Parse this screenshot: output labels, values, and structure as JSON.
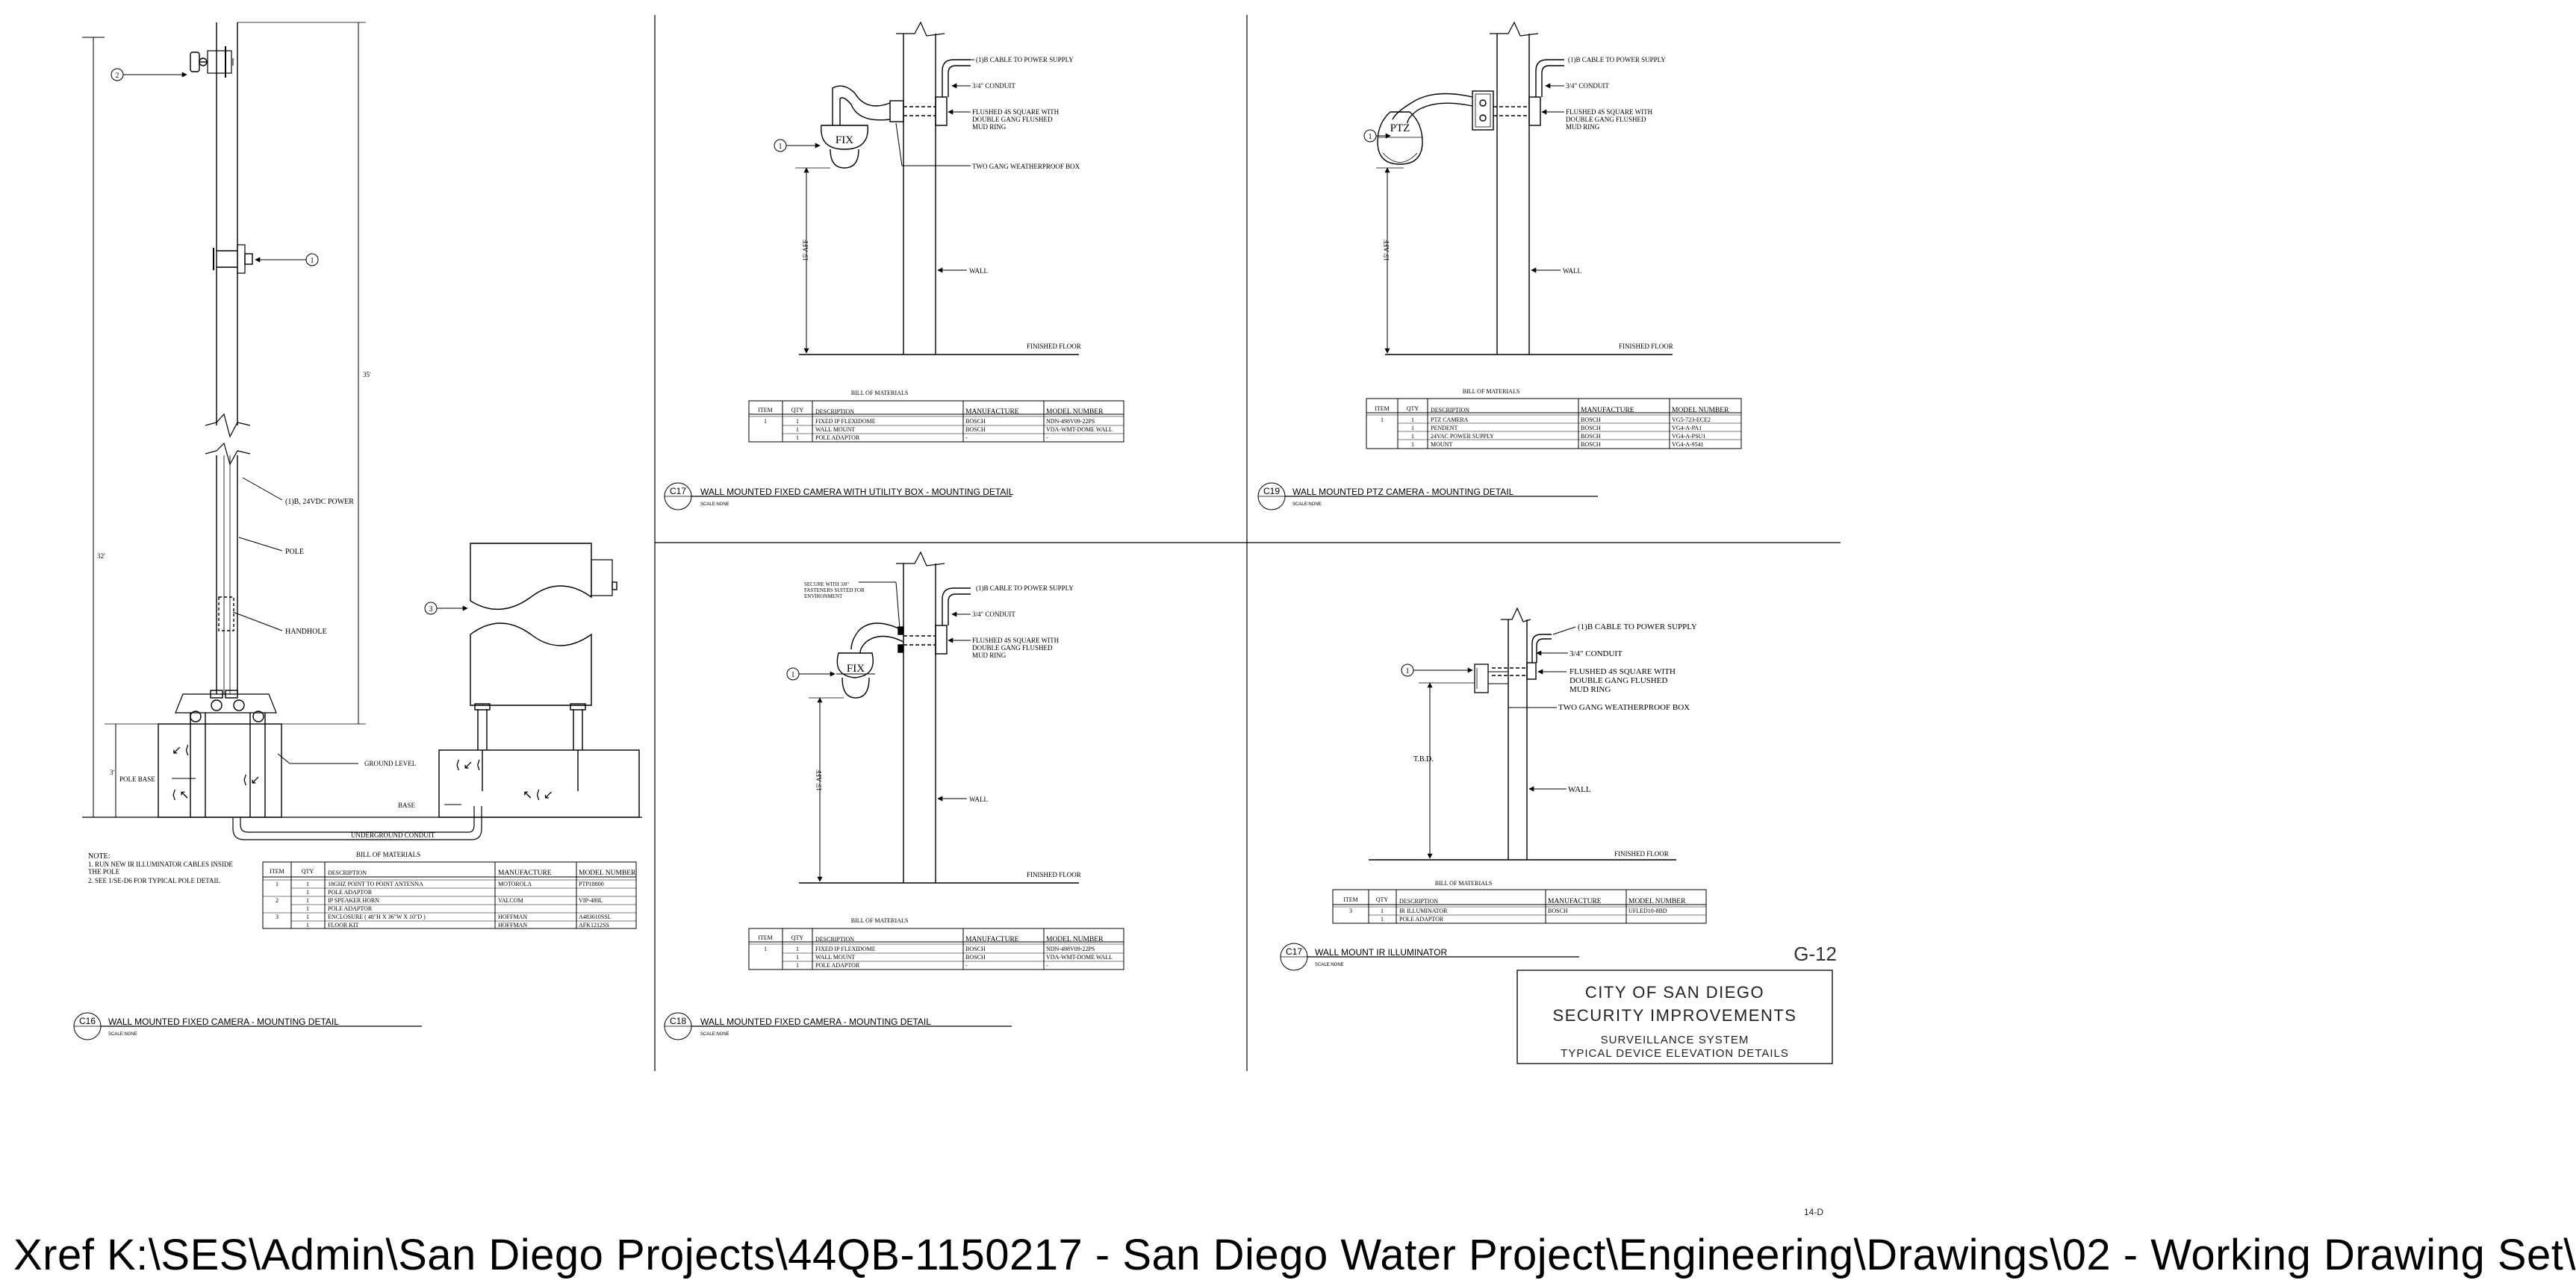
{
  "common": {
    "cable_note": "(1)B CABLE TO POWER SUPPLY",
    "conduit": "3/4\" CONDUIT",
    "flushed_box": [
      "FLUSHED 4S SQUARE WITH",
      "DOUBLE GANG FLUSHED",
      "MUD RING"
    ],
    "weatherproof_box": "TWO GANG WEATHERPROOF BOX",
    "wall": "WALL",
    "finished_floor": "FINISHED FLOOR",
    "height_15": "15' AFF",
    "bom_title": "BILL OF MATERIALS",
    "bom_headers": [
      "ITEM",
      "QTY",
      "DESCRIPTION",
      "MANUFACTURE",
      "MODEL NUMBER"
    ],
    "scale_note": "SCALE:NONE",
    "callout_1": "1",
    "callout_2": "2",
    "callout_3": "3"
  },
  "c16": {
    "tag": "C16",
    "title": "WALL MOUNTED FIXED CAMERA - MOUNTING DETAIL",
    "dim_35": "35'",
    "dim_32": "32'",
    "dim_3": "3'",
    "power_label": "(1)B, 24VDC POWER",
    "pole_label": "POLE",
    "handhole_label": "HANDHOLE",
    "pole_base_label": "POLE BASE",
    "ground_level": "GROUND LEVEL",
    "base_label": "BASE",
    "underground_conduit": "UNDERGROUND CONDUIT",
    "note_title": "NOTE:",
    "notes": [
      "1.   RUN NEW IR ILLUMINATOR CABLES INSIDE",
      "      THE POLE",
      "2.   SEE 1/SE-D6 FOR TYPICAL POLE DETAIL"
    ],
    "bom_rows": [
      [
        "1",
        "1",
        "18GHZ POINT TO POINT ANTENNA",
        "MOTOROLA",
        "PTP18800"
      ],
      [
        "",
        "1",
        "POLE ADAPTOR",
        "",
        ""
      ],
      [
        "2",
        "1",
        "IP SPEAKER HORN",
        "VALCOM",
        "VIP-480L"
      ],
      [
        "",
        "1",
        "POLE ADAPTOR",
        "",
        ""
      ],
      [
        "3",
        "1",
        "ENCLOSURE ( 48\"H X 36\"W X 10\"D )",
        "HOFFMAN",
        "A483610SSL"
      ],
      [
        "",
        "1",
        "FLOOR KIT",
        "HOFFMAN",
        "AFK1212SS"
      ]
    ]
  },
  "c17": {
    "tag": "C17",
    "title": "WALL MOUNTED FIXED CAMERA WITH UTILITY BOX - MOUNTING DETAIL",
    "camera": "FIX",
    "bom_rows": [
      [
        "1",
        "1",
        "FIXED IP FLEXIDOME",
        "BOSCH",
        "NDN-498V09-22PS"
      ],
      [
        "",
        "1",
        "WALL MOUNT",
        "BOSCH",
        "VDA-WMT-DOME WALL"
      ],
      [
        "",
        "1",
        "POLE ADAPTOR",
        "-",
        "-"
      ]
    ]
  },
  "c18": {
    "tag": "C18",
    "title": "WALL MOUNTED FIXED CAMERA - MOUNTING DETAIL",
    "camera": "FIX",
    "secure_note": [
      "SECURE WITH 3/8\"",
      "FASTENERS SUITED FOR",
      "ENVIRONMENT"
    ],
    "bom_rows": [
      [
        "1",
        "1",
        "FIXED IP FLEXIDOME",
        "BOSCH",
        "NDN-498V09-22PS"
      ],
      [
        "",
        "1",
        "WALL MOUNT",
        "BOSCH",
        "VDA-WMT-DOME WALL"
      ],
      [
        "",
        "1",
        "POLE ADAPTOR",
        "-",
        "-"
      ]
    ]
  },
  "c19": {
    "tag": "C19",
    "title": "WALL MOUNTED PTZ CAMERA - MOUNTING DETAIL",
    "camera": "PTZ",
    "bom_rows": [
      [
        "1",
        "1",
        "PTZ CAMERA",
        "BOSCH",
        "VG5-723-ECE2"
      ],
      [
        "",
        "1",
        "PENDENT",
        "BOSCH",
        "VG4-A-PA1"
      ],
      [
        "",
        "1",
        "24VAC POWER SUPPLY",
        "BOSCH",
        "VG4-A-PSU1"
      ],
      [
        "",
        "1",
        "MOUNT",
        "BOSCH",
        "VG4-A-9541"
      ]
    ]
  },
  "ir": {
    "tag": "C17",
    "title": "WALL MOUNT IR ILLUMINATOR",
    "tbd": "T.B.D.",
    "bom_rows": [
      [
        "3",
        "1",
        "IR ILLUMINATOR",
        "BOSCH",
        "UFLED10-8BD"
      ],
      [
        "",
        "1",
        "POLE ADAPTOR",
        "",
        ""
      ]
    ]
  },
  "title_block": {
    "sheet_number": "G-12",
    "line1": "CITY OF SAN DIEGO",
    "line2": "SECURITY IMPROVEMENTS",
    "line3": "SURVEILLANCE SYSTEM",
    "line4": "TYPICAL DEVICE ELEVATION DETAILS"
  },
  "page_code": "14-D",
  "xref": "Xref K:\\SES\\Admin\\San Diego Projects\\44QB-1150217 - San Diego Water Project\\Engineering\\Drawings\\02 - Working Drawing Set\\"
}
